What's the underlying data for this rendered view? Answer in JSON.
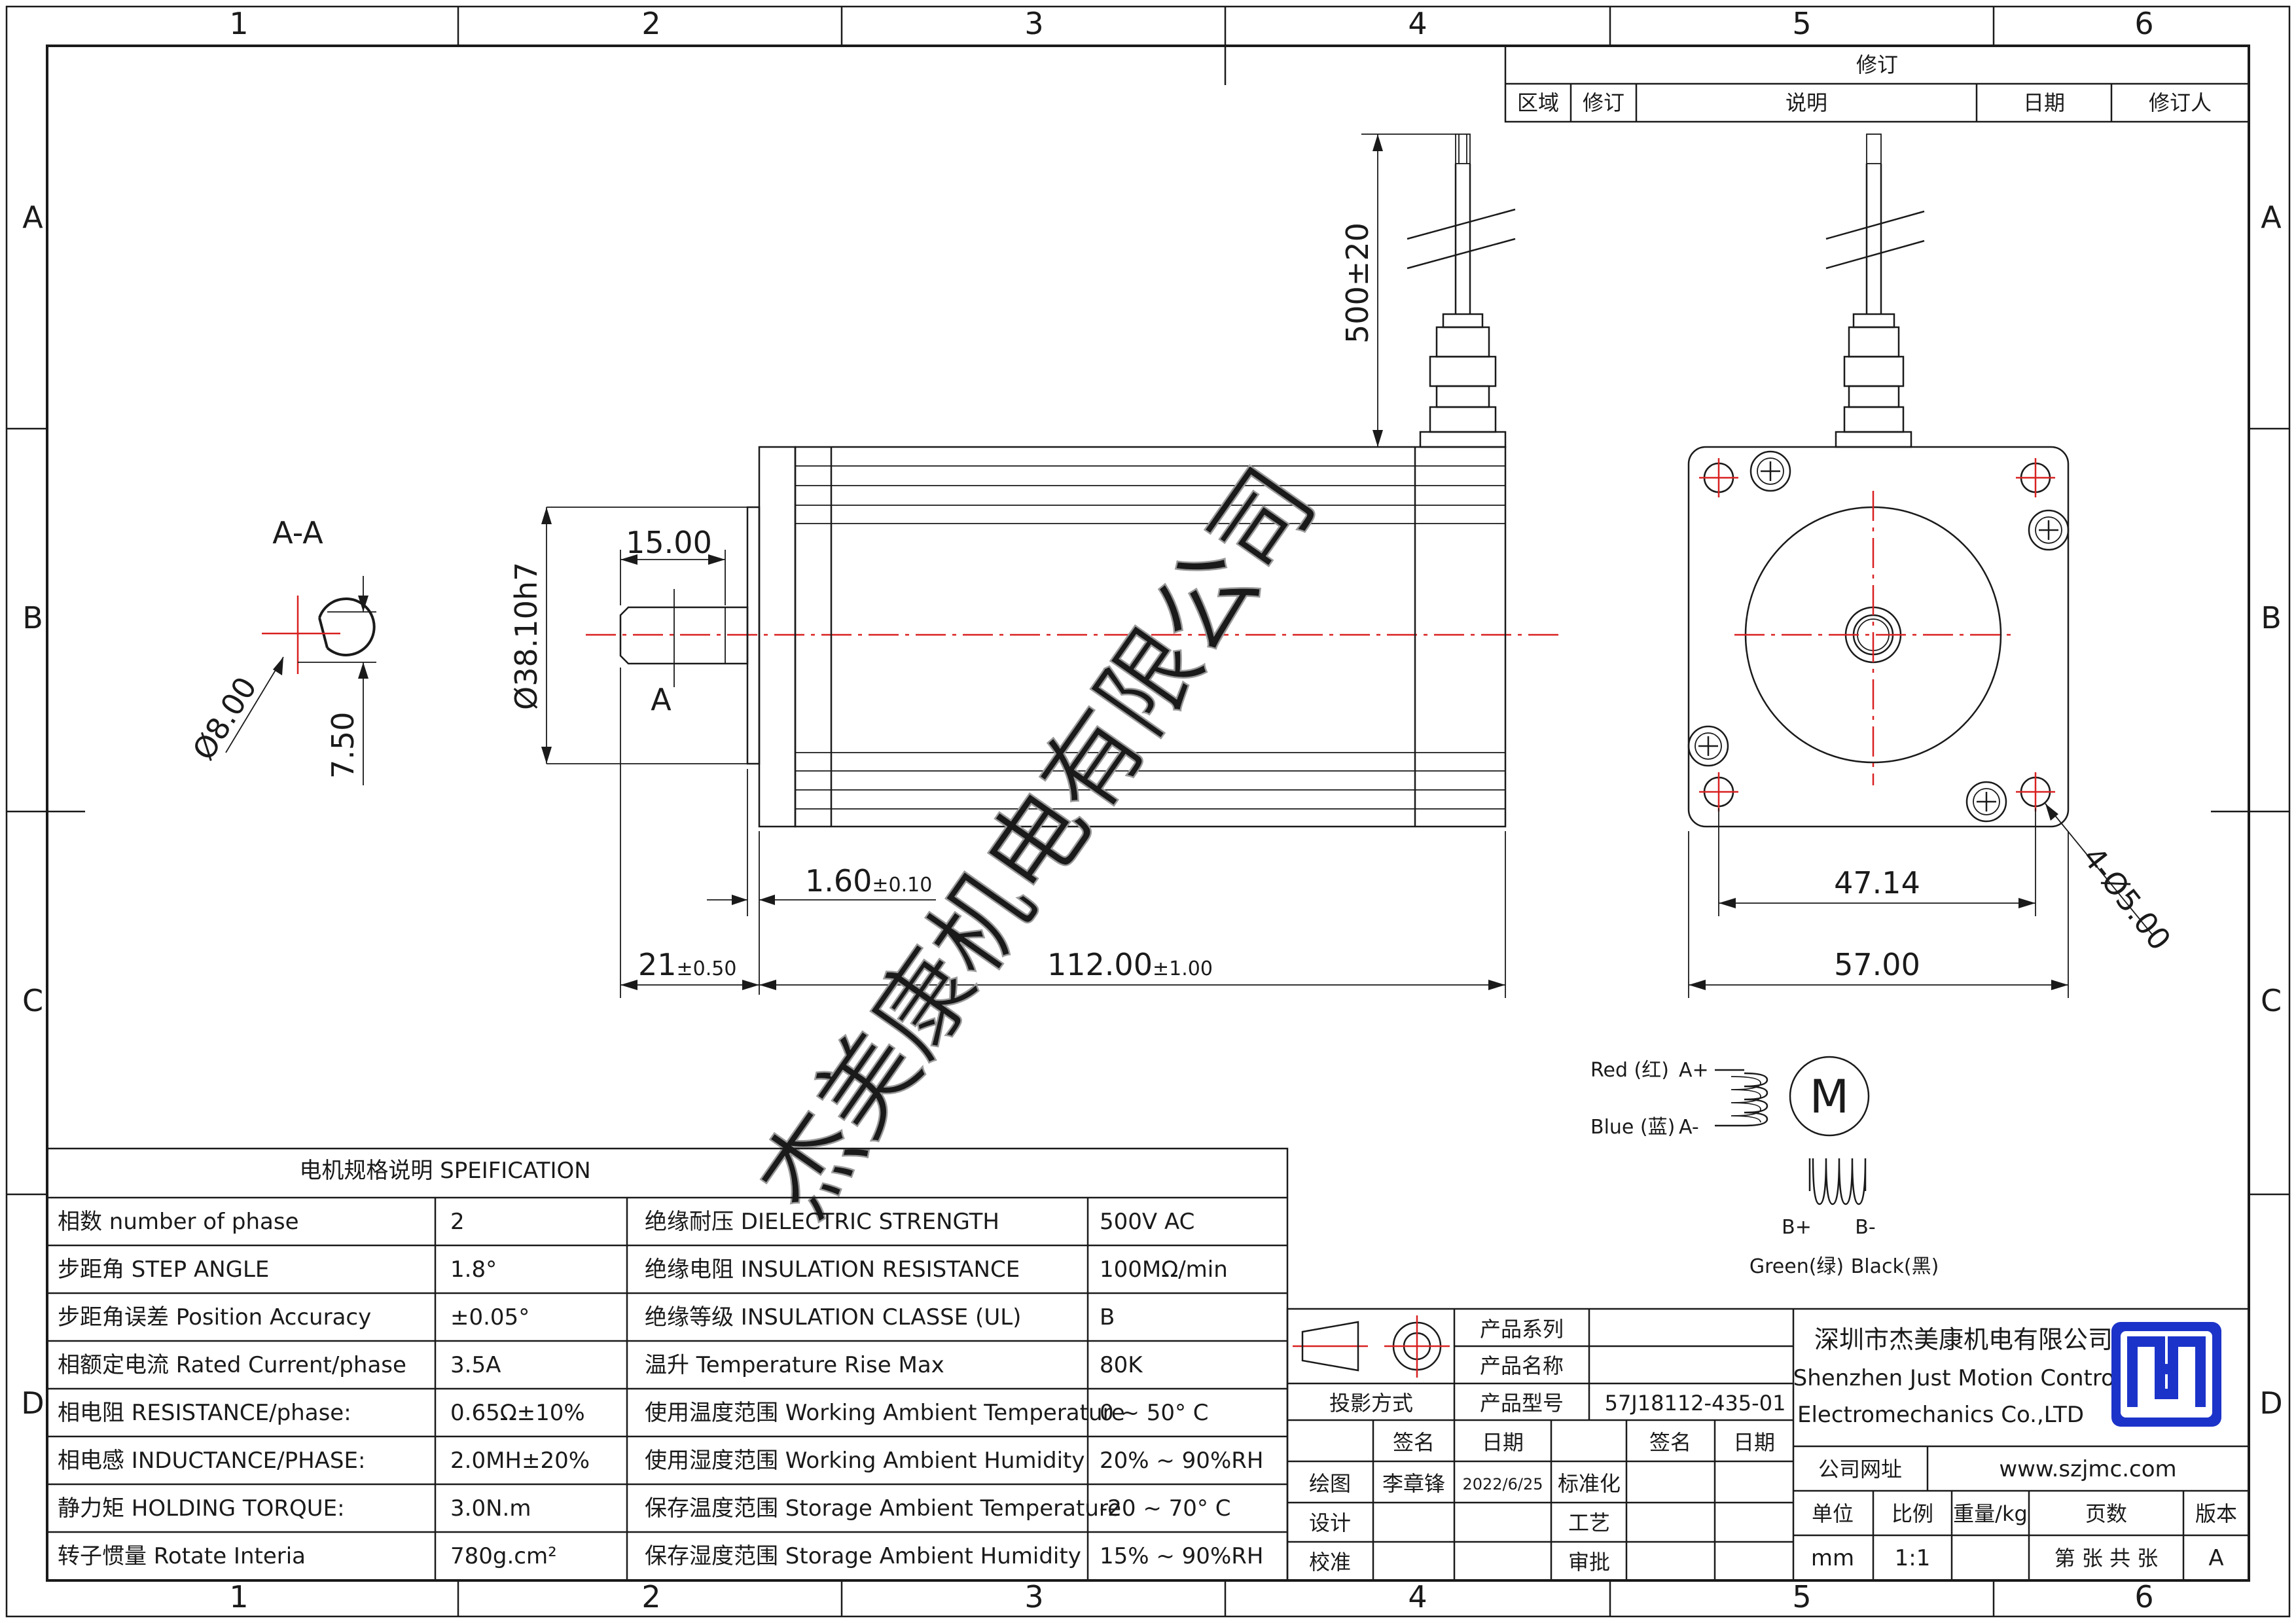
{
  "frame": {
    "columns": [
      "1",
      "2",
      "3",
      "4",
      "5",
      "6"
    ],
    "rows": [
      "A",
      "B",
      "C",
      "D"
    ]
  },
  "revision_table": {
    "title": "修订",
    "headers": [
      "区域",
      "修订",
      "说明",
      "日期",
      "修订人"
    ]
  },
  "watermark": "杰美康机电有限公司",
  "section_view": {
    "title": "A-A",
    "dia_label": "Ø8.00",
    "flat_label": "7.50"
  },
  "side_view": {
    "dim_flat_len": "15.00",
    "dim_shaft_dia": "Ø38.10h7",
    "section_mark": "A",
    "dim_lead_len": "500±20",
    "dim_flange": "1.60",
    "dim_flange_tol": "±0.10",
    "dim_shaft_len": "21",
    "dim_shaft_tol": "±0.50",
    "dim_body_len": "112.00",
    "dim_body_tol": "±1.00"
  },
  "front_view": {
    "dim_hole_pitch": "47.14",
    "dim_flange_size": "57.00",
    "dim_holes": "4-Ø5.00"
  },
  "wiring": {
    "motor": "M",
    "a_plus": "A+",
    "a_minus": "A-",
    "b_plus": "B+",
    "b_minus": "B-",
    "red": "Red (红)",
    "blue": "Blue (蓝)",
    "green": "Green(绿)",
    "black": "Black(黑)"
  },
  "spec_table": {
    "title": "电机规格说明 SPEIFICATION",
    "rows": [
      {
        "p1": "相数 number of phase",
        "v1": "2",
        "p2": "绝缘耐压 DIELECTRIC STRENGTH",
        "v2": "500V AC"
      },
      {
        "p1": "步距角 STEP ANGLE",
        "v1": "1.8°",
        "p2": "绝缘电阻 INSULATION RESISTANCE",
        "v2": "100MΩ/min"
      },
      {
        "p1": "步距角误差 Position Accuracy",
        "v1": "±0.05°",
        "p2": "绝缘等级 INSULATION CLASSE (UL)",
        "v2": "B"
      },
      {
        "p1": "相额定电流 Rated Current/phase",
        "v1": "3.5A",
        "p2": "温升 Temperature Rise Max",
        "v2": "80K"
      },
      {
        "p1": "相电阻 RESISTANCE/phase:",
        "v1": "0.65Ω±10%",
        "p2": "使用温度范围 Working Ambient Temperature",
        "v2": "0 ~ 50° C"
      },
      {
        "p1": "相电感 INDUCTANCE/PHASE:",
        "v1": "2.0MH±20%",
        "p2": "使用湿度范围 Working Ambient Humidity",
        "v2": "20% ~ 90%RH"
      },
      {
        "p1": "静力矩 HOLDING TORQUE:",
        "v1": "3.0N.m",
        "p2": "保存温度范围 Storage Ambient Temperature",
        "v2": "-20 ~ 70° C"
      },
      {
        "p1": "转子惯量 Rotate Interia",
        "v1": "780g.cm²",
        "p2": "保存湿度范围 Storage Ambient Humidity",
        "v2": "15% ~ 90%RH"
      }
    ]
  },
  "title_block": {
    "product_series_label": "产品系列",
    "product_name_label": "产品名称",
    "projection_label": "投影方式",
    "product_model_label": "产品型号",
    "product_model": "57J18112-435-01",
    "sign_label": "签名",
    "date_label": "日期",
    "sign_label_2": "签名",
    "date_label_2": "日期",
    "drawn_label": "绘图",
    "drawn_by": "李章锋",
    "drawn_date": "2022/6/25",
    "standard_label": "标准化",
    "design_label": "设计",
    "process_label": "工艺",
    "check_label": "校准",
    "approve_label": "审批",
    "company_cn": "深圳市杰美康机电有限公司",
    "company_en_1": "Shenzhen Just Motion Control",
    "company_en_2": "Electromechanics Co.,LTD",
    "website_label": "公司网址",
    "website": "www.szjmc.com",
    "unit_label": "单位",
    "unit": "mm",
    "scale_label": "比例",
    "scale": "1:1",
    "weight_label": "重量/kg",
    "pages_label": "页数",
    "pages": "第 张 共 张",
    "version_label": "版本",
    "version": "A"
  }
}
